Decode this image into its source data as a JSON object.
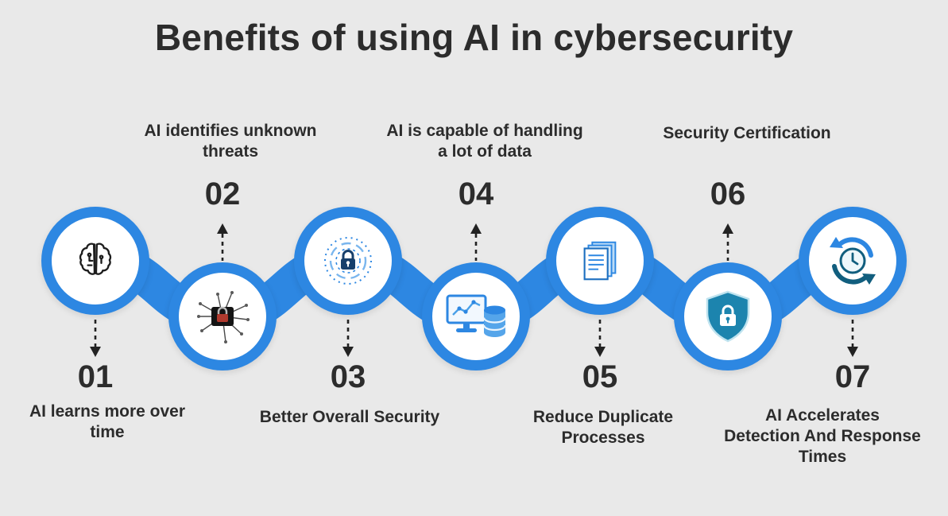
{
  "title": "Benefits of using AI in cybersecurity",
  "colors": {
    "band": "#2d87e2",
    "bg": "#e9e9e9",
    "text": "#2c2c2c"
  },
  "steps": [
    {
      "number": "01",
      "label": "AI learns more over\ntime",
      "icon": "brain-icon",
      "position": "top"
    },
    {
      "number": "02",
      "label": "AI identifies unknown\nthreats",
      "icon": "circuit-threat-icon",
      "position": "bottom"
    },
    {
      "number": "03",
      "label": "Better Overall Security",
      "icon": "secure-lock-icon",
      "position": "top"
    },
    {
      "number": "04",
      "label": "AI is capable of handling\na lot of data",
      "icon": "data-analytics-icon",
      "position": "bottom"
    },
    {
      "number": "05",
      "label": "Reduce Duplicate\nProcesses",
      "icon": "documents-icon",
      "position": "top"
    },
    {
      "number": "06",
      "label": "Security Certification",
      "icon": "shield-lock-icon",
      "position": "bottom"
    },
    {
      "number": "07",
      "label": "AI Accelerates\nDetection And Response\nTimes",
      "icon": "clock-sync-icon",
      "position": "top"
    }
  ]
}
